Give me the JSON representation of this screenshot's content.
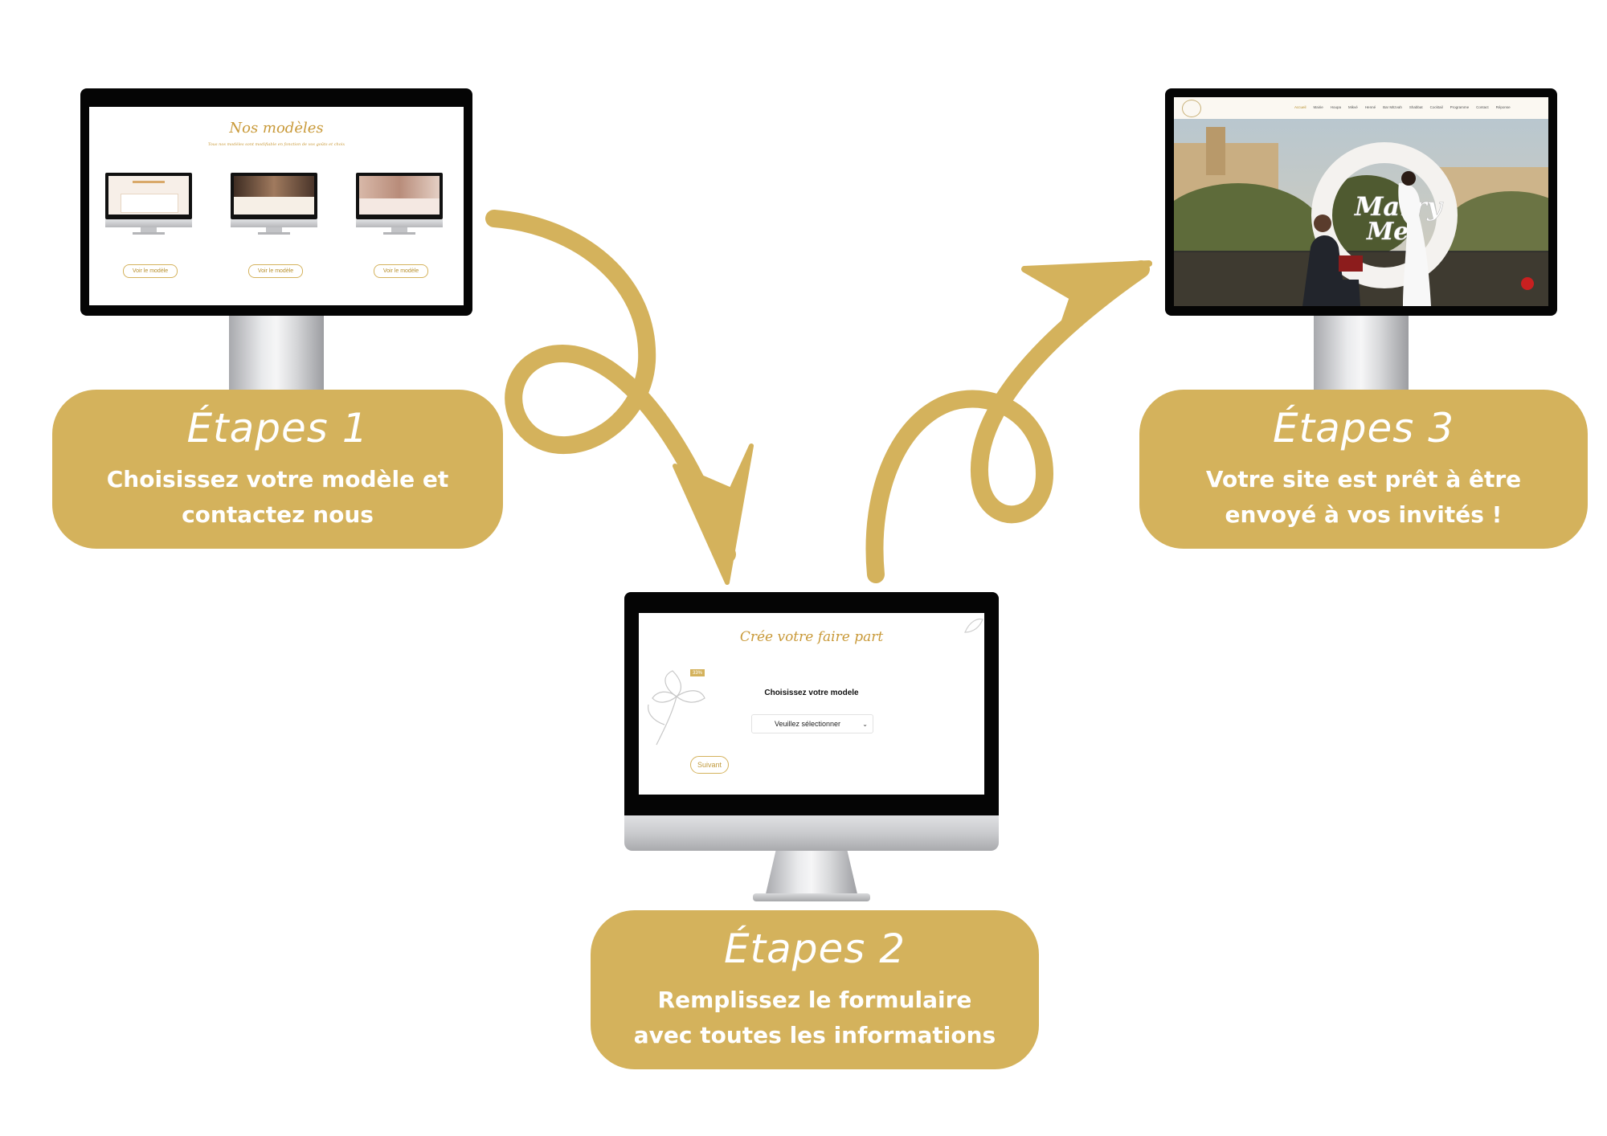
{
  "colors": {
    "accent": "#d4b25c",
    "text_on_accent": "#ffffff",
    "bezel": "#050505"
  },
  "steps": [
    {
      "title": "Étapes 1",
      "desc_line1": "Choisissez votre modèle et",
      "desc_line2": "contactez nous"
    },
    {
      "title": "Étapes 2",
      "desc_line1": "Remplissez le formulaire",
      "desc_line2": "avec toutes les informations"
    },
    {
      "title": "Étapes 3",
      "desc_line1": "Votre site est prêt à être",
      "desc_line2": "envoyé à vos invités !"
    }
  ],
  "screen1": {
    "heading": "Nos modèles",
    "subheading": "Tous nos modèles sont modifiable en fonction de vos goûts et choix",
    "buttons": [
      "Voir le modèle",
      "Voir le modèle",
      "Voir le modèle"
    ]
  },
  "screen2": {
    "heading": "Crée votre faire part",
    "badge": "33%",
    "label": "Choisissez votre modele",
    "select_value": "Veuillez sélectionner",
    "next_button": "Suivant"
  },
  "screen3": {
    "nav_items": [
      "Accueil",
      "Mairie",
      "Houpa",
      "Mikvé",
      "Henné",
      "Bar Mitzvah",
      "Shabbat",
      "Cocktail",
      "Programme",
      "Contact",
      "Réponse"
    ],
    "sign_text": "Marry Me"
  }
}
